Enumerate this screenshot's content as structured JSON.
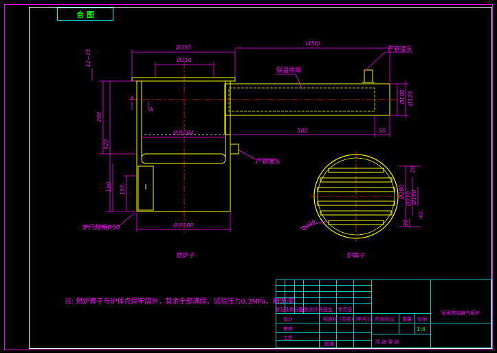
{
  "header": {
    "title": "合 图"
  },
  "views": {
    "main_view_label": "燃炉子",
    "grate_view_label": "炉箅子"
  },
  "callouts": {
    "pipe_connector_top": "产管接头",
    "guide_pipe": "保温排烟",
    "pipe_connector_side": "产管接头",
    "furnace_door": "炉门规格Ø50"
  },
  "dimensions": {
    "d350": "Ø350",
    "d450": "(450)",
    "d210": "Ø210",
    "d284": "Ø外284",
    "d300": "Ø外300",
    "l500": "500",
    "l50": "50",
    "v12_15": "12~15",
    "v260": "260",
    "v420": "420",
    "v190": "190",
    "v150": "150",
    "d100": "Ø100",
    "d125": "Ø125",
    "v280": "Ø280",
    "v230": "Ø230",
    "v160": "Ø160",
    "v20": "20",
    "v40": "40",
    "v30": "30",
    "r290": "Ø290",
    "a_mark": "A"
  },
  "note": "注: 燃炉箅子与炉体点焊牢固外，其余全部满焊，试验压力0.3MPa，刷沥漆。",
  "title_block": {
    "drawing_title": "家用燃烧器气用炉",
    "row_headers": [
      "标记",
      "处数",
      "分区",
      "更改文件号",
      "签名",
      "年月日"
    ],
    "design": "设计",
    "standardization": "标准化",
    "sign": "(签名)",
    "date": "(年月日)",
    "stage": "阶段标记",
    "weight": "重量",
    "scale": "比例",
    "scale_value": "1:4",
    "review": "审核",
    "process": "工艺",
    "approve": "批准",
    "sheets": "共 张  第 张"
  }
}
